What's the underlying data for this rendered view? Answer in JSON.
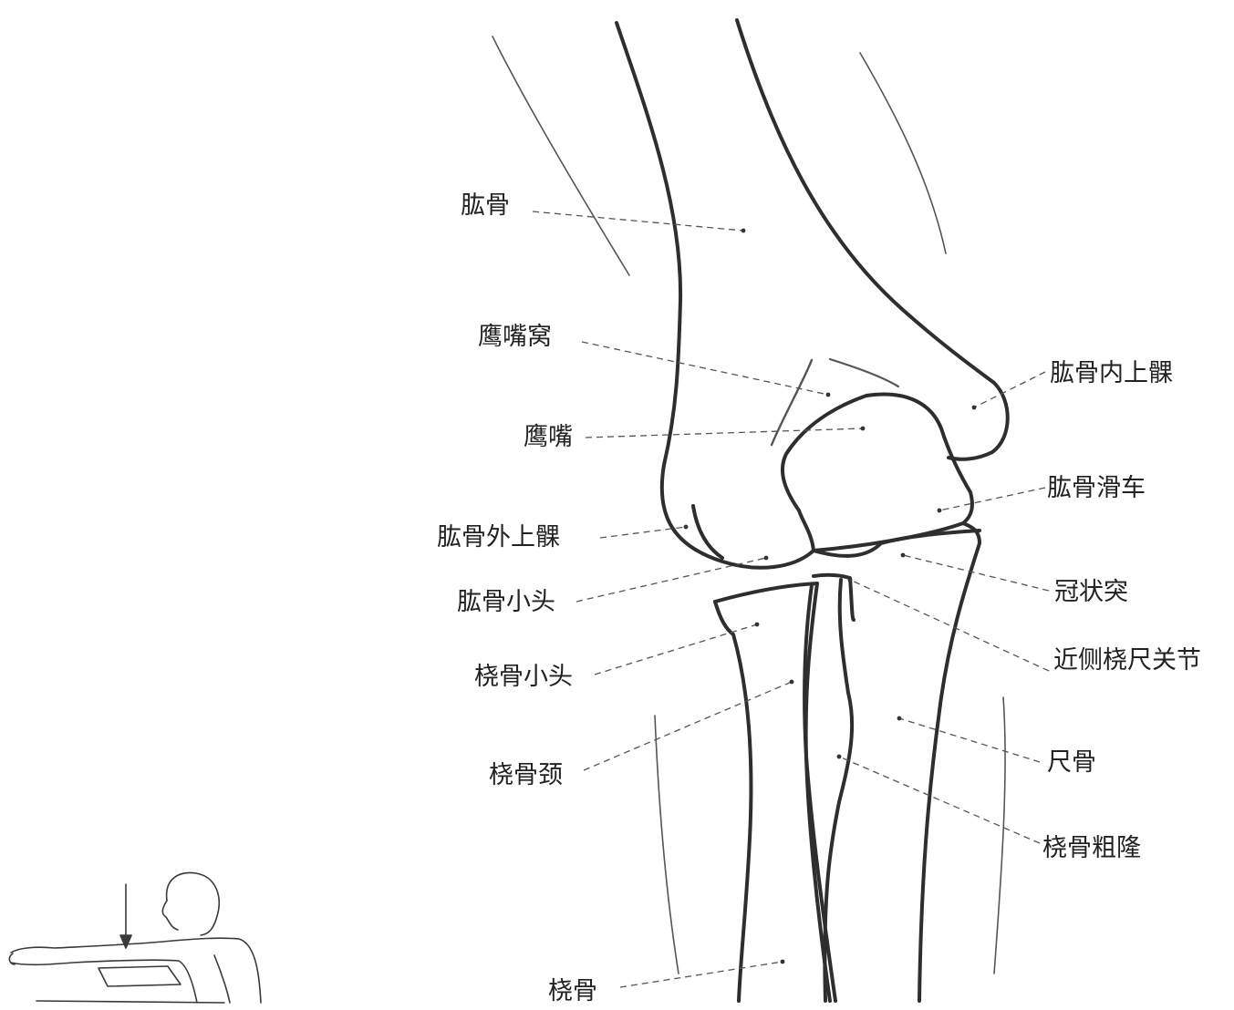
{
  "labels": {
    "humerus": "肱骨",
    "olecranon_fossa": "鹰嘴窝",
    "olecranon": "鹰嘴",
    "lateral_epicondyle": "肱骨外上髁",
    "capitulum": "肱骨小头",
    "radial_head": "桡骨小头",
    "radial_neck": "桡骨颈",
    "radius": "桡骨",
    "medial_epicondyle": "肱骨内上髁",
    "trochlea": "肱骨滑车",
    "coronoid_process": "冠状突",
    "proximal_radioulnar_joint": "近侧桡尺关节",
    "ulna": "尺骨",
    "radial_tuberosity": "桡骨粗隆"
  }
}
